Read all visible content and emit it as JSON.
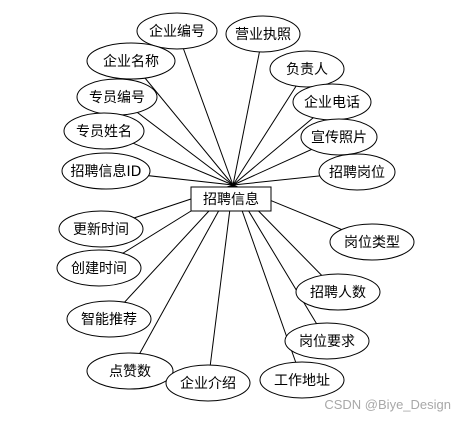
{
  "entity": {
    "label": "招聘信息"
  },
  "attributes": [
    {
      "id": "company-code",
      "label": "企业编号"
    },
    {
      "id": "business-license",
      "label": "营业执照"
    },
    {
      "id": "company-name",
      "label": "企业名称"
    },
    {
      "id": "person-in-charge",
      "label": "负责人"
    },
    {
      "id": "specialist-code",
      "label": "专员编号"
    },
    {
      "id": "company-phone",
      "label": "企业电话"
    },
    {
      "id": "specialist-name",
      "label": "专员姓名"
    },
    {
      "id": "promo-photo",
      "label": "宣传照片"
    },
    {
      "id": "recruit-info-id",
      "label": "招聘信息ID"
    },
    {
      "id": "recruit-position",
      "label": "招聘岗位"
    },
    {
      "id": "update-time",
      "label": "更新时间"
    },
    {
      "id": "position-type",
      "label": "岗位类型"
    },
    {
      "id": "create-time",
      "label": "创建时间"
    },
    {
      "id": "recruit-count",
      "label": "招聘人数"
    },
    {
      "id": "smart-recommend",
      "label": "智能推荐"
    },
    {
      "id": "position-requirements",
      "label": "岗位要求"
    },
    {
      "id": "like-count",
      "label": "点赞数"
    },
    {
      "id": "work-address",
      "label": "工作地址"
    },
    {
      "id": "company-intro",
      "label": "企业介绍"
    }
  ],
  "watermark": "CSDN @Biye_Design"
}
